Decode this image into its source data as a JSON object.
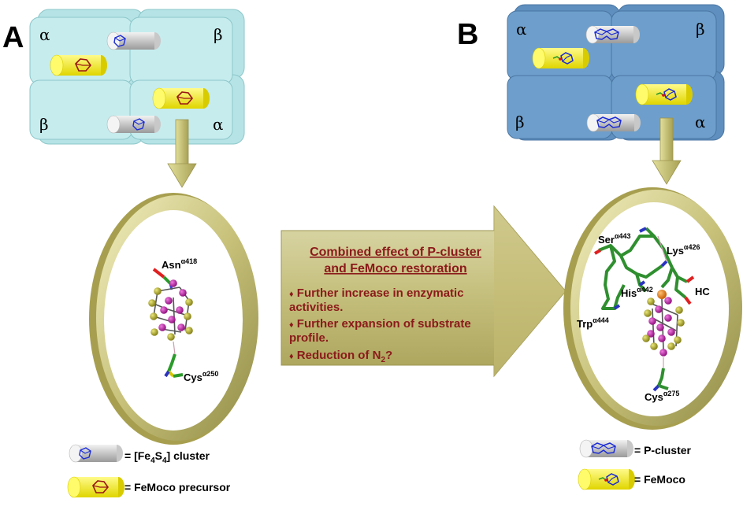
{
  "panel_a": {
    "letter": "A",
    "top_left": "α",
    "top_right": "β",
    "bottom_left": "β",
    "bottom_right": "α",
    "residue_top": "Asn",
    "residue_top_sup": "α418",
    "residue_bottom": "Cys",
    "residue_bottom_sup": "α250",
    "legend": [
      {
        "text_pre": "= [Fe",
        "sub1": "4",
        "mid": "S",
        "sub2": "4",
        "text_post": "] cluster"
      },
      {
        "text": "= FeMoco precursor"
      }
    ]
  },
  "panel_b": {
    "letter": "B",
    "top_left": "α",
    "top_right": "β",
    "bottom_left": "β",
    "bottom_right": "α",
    "ser": "Ser",
    "ser_sup": "α443",
    "lys": "Lys",
    "lys_sup": "α426",
    "his": "His",
    "his_sup": "α442",
    "hc": "HC",
    "trp": "Trp",
    "trp_sup": "α444",
    "cys": "Cys",
    "cys_sup": "α275",
    "legend": [
      {
        "text": "= P-cluster"
      },
      {
        "text": "= FeMoco"
      }
    ]
  },
  "arrow": {
    "heading_line1": "Combined effect of P-cluster",
    "heading_line2": "and FeMoco restoration",
    "bullet": "♦",
    "item1_line1": "Further increase in enzymatic",
    "item1_line2": "activities.",
    "item2_line1": "Further expansion of substrate",
    "item2_line2": "profile.",
    "item3_pre": "Reduction of N",
    "item3_sub": "2",
    "item3_post": "?"
  },
  "colors": {
    "panel_a_box": "#b6e4e6",
    "panel_b_box": "#6b9bc9",
    "yellow": "#f3ea00",
    "olive": "#c9c27a",
    "dark_red": "#8b1a1a",
    "magenta": "#b0109a",
    "sulfur": "#b3ae1c",
    "carbon": "#2f8f2f"
  }
}
